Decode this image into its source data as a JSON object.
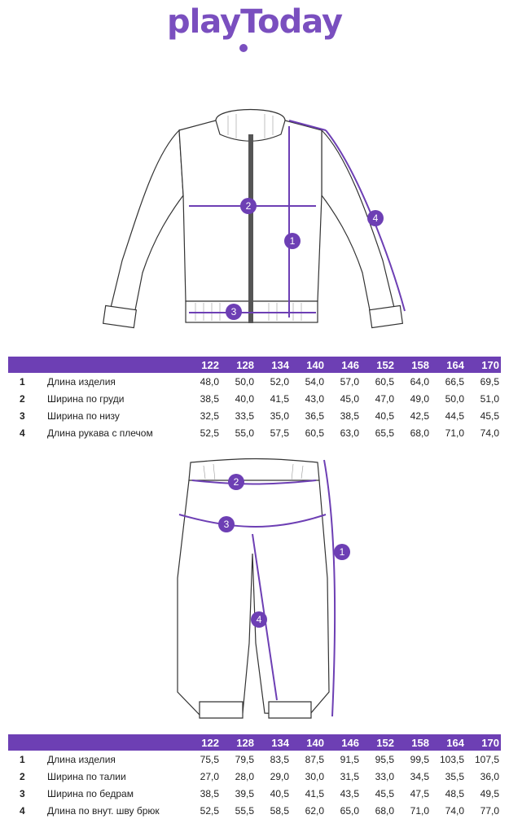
{
  "brand": {
    "logo_text": "playToday",
    "accent": "#6d3fb4"
  },
  "jacket": {
    "markers": [
      "1",
      "2",
      "3",
      "4"
    ],
    "sizes": [
      "122",
      "128",
      "134",
      "140",
      "146",
      "152",
      "158",
      "164",
      "170"
    ],
    "rows": [
      {
        "num": "1",
        "label": "Длина изделия",
        "values": [
          "48,0",
          "50,0",
          "52,0",
          "54,0",
          "57,0",
          "60,5",
          "64,0",
          "66,5",
          "69,5"
        ]
      },
      {
        "num": "2",
        "label": "Ширина по груди",
        "values": [
          "38,5",
          "40,0",
          "41,5",
          "43,0",
          "45,0",
          "47,0",
          "49,0",
          "50,0",
          "51,0"
        ]
      },
      {
        "num": "3",
        "label": "Ширина по низу",
        "values": [
          "32,5",
          "33,5",
          "35,0",
          "36,5",
          "38,5",
          "40,5",
          "42,5",
          "44,5",
          "45,5"
        ]
      },
      {
        "num": "4",
        "label": "Длина рукава с плечом",
        "values": [
          "52,5",
          "55,0",
          "57,5",
          "60,5",
          "63,0",
          "65,5",
          "68,0",
          "71,0",
          "74,0"
        ]
      }
    ]
  },
  "pants": {
    "markers": [
      "1",
      "2",
      "3",
      "4"
    ],
    "sizes": [
      "122",
      "128",
      "134",
      "140",
      "146",
      "152",
      "158",
      "164",
      "170"
    ],
    "rows": [
      {
        "num": "1",
        "label": "Длина изделия",
        "values": [
          "75,5",
          "79,5",
          "83,5",
          "87,5",
          "91,5",
          "95,5",
          "99,5",
          "103,5",
          "107,5"
        ]
      },
      {
        "num": "2",
        "label": "Ширина по талии",
        "values": [
          "27,0",
          "28,0",
          "29,0",
          "30,0",
          "31,5",
          "33,0",
          "34,5",
          "35,5",
          "36,0"
        ]
      },
      {
        "num": "3",
        "label": "Ширина по бедрам",
        "values": [
          "38,5",
          "39,5",
          "40,5",
          "41,5",
          "43,5",
          "45,5",
          "47,5",
          "48,5",
          "49,5"
        ]
      },
      {
        "num": "4",
        "label": "Длина по внут. шву брюк",
        "values": [
          "52,5",
          "55,5",
          "58,5",
          "62,0",
          "65,0",
          "68,0",
          "71,0",
          "74,0",
          "77,0"
        ]
      }
    ]
  }
}
